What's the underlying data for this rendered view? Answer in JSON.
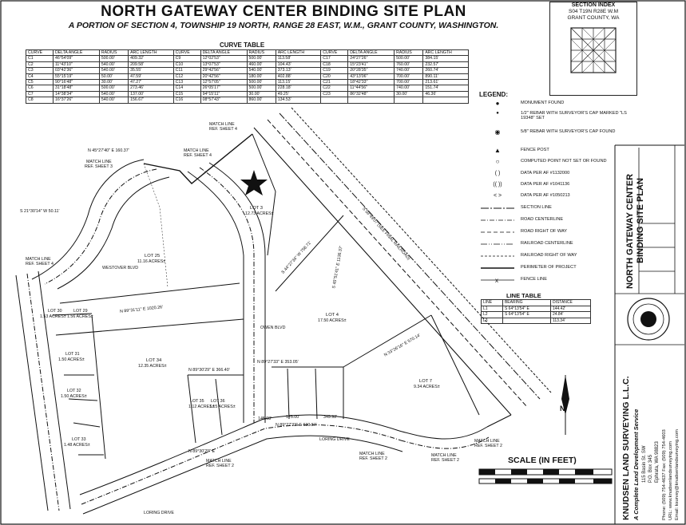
{
  "title": "NORTH GATEWAY CENTER BINDING SITE PLAN",
  "subtitle": "A PORTION OF SECTION 4, TOWNSHIP 19 NORTH, RANGE 28 EAST, W.M., GRANT COUNTY, WASHINGTON.",
  "section_index": {
    "heading": "SECTION INDEX",
    "line1": "S04  T19N  R28E  W.M",
    "line2": "GRANT COUNTY, WA"
  },
  "curve_table": {
    "title": "CURVE TABLE",
    "headers": [
      "CURVE",
      "DELTA ANGLE",
      "RADIUS",
      "ARC LENGTH",
      "CURVE",
      "DELTA ANGLE",
      "RADIUS",
      "ARC LENGTH",
      "CURVE",
      "DELTA ANGLE",
      "RADIUS",
      "ARC LENGTH"
    ],
    "rows": [
      [
        "C1",
        "46°54'09\"",
        "500.00'",
        "409.32'",
        "C9",
        "12°02'53\"",
        "500.00'",
        "113.58'",
        "C17",
        "24°27'26\"",
        "500.00'",
        "384.15'"
      ],
      [
        "C2",
        "11°43'10\"",
        "540.00'",
        "209.58'",
        "C10",
        "13°07'53\"",
        "460.00'",
        "104.43'",
        "C18",
        "15°23'41\"",
        "760.00'",
        "232.57'"
      ],
      [
        "C3",
        "03°42'36\"",
        "540.00'",
        "35.55'",
        "C11",
        "29°42'56\"",
        "540.00'",
        "373.13'",
        "C19",
        "20°28'35\"",
        "740.00'",
        "260.74'"
      ],
      [
        "C4",
        "55°15'19\"",
        "50.00'",
        "47.59'",
        "C12",
        "20°42'56\"",
        "180.00'",
        "402.88'",
        "C20",
        "43°13'06\"",
        "700.00'",
        "890.11'"
      ],
      [
        "C5",
        "90°16'48\"",
        "30.00'",
        "47.27'",
        "C13",
        "12°57'05\"",
        "500.00'",
        "113.15'",
        "C21",
        "18°42'33\"",
        "700.00'",
        "213.61'"
      ],
      [
        "C6",
        "31°18'48\"",
        "500.00'",
        "273.46'",
        "C14",
        "26°05'17\"",
        "500.00'",
        "228.18'",
        "C22",
        "11°44'56\"",
        "740.00'",
        "151.74'"
      ],
      [
        "C7",
        "14°38'34\"",
        "540.00'",
        "137.00'",
        "C15",
        "94°15'11\"",
        "30.00'",
        "49.25'",
        "C23",
        "86°32'48\"",
        "30.00'",
        "46.36'"
      ],
      [
        "C8",
        "16°37'26\"",
        "540.00'",
        "156.67'",
        "C16",
        "08°57'43\"",
        "860.00'",
        "134.53'",
        "",
        "",
        "",
        ""
      ]
    ]
  },
  "legend": {
    "title": "LEGEND:",
    "items": [
      "MONUMENT FOUND",
      "1/2\" REBAR WITH SURVEYOR'S CAP MARKED \"LS 19348\" SET",
      "5/8\" REBAR WITH SURVEYOR'S CAP FOUND",
      "FENCE POST",
      "COMPUTED POINT NOT SET OR FOUND",
      "DATA PER AF #1132000",
      "DATA PER AF #1041136",
      "DATA PER AF #1050213",
      "SECTION LINE",
      "ROAD CENTERLINE",
      "ROAD RIGHT OF WAY",
      "RAILROAD CENTERLINE",
      "RAILROAD RIGHT OF WAY",
      "PERIMETER OF PROJECT",
      "FENCE LINE"
    ]
  },
  "line_table": {
    "title": "LINE TABLE",
    "headers": [
      "LINE",
      "BEARING",
      "DISTANCE"
    ],
    "rows": [
      [
        "L1",
        "S 64°13'54\" E",
        "144.42'"
      ],
      [
        "L2",
        "S 64°13'54\" E",
        "24.84'"
      ],
      [
        "L3",
        "",
        "113.34'"
      ]
    ]
  },
  "plan_labels": {
    "lot3": "LOT 3",
    "lot3_area": "12.73 ACRES±",
    "lot4": "LOT 4",
    "lot4_area": "17.50 ACRES±",
    "lot7": "LOT 7",
    "lot7_area": "9.34 ACRES±",
    "lot25": "LOT 25",
    "lot25_area": "11.16 ACRES±",
    "lot34": "LOT 34",
    "lot34_area": "12.35 ACRES±",
    "lot30": "LOT 30",
    "lot30_area": "1.53 ACRES±",
    "lot29": "LOT 29",
    "lot29_area": "1.56 ACRES±",
    "lot31": "LOT 31",
    "lot31_area": "1.50 ACRES±",
    "lot32": "LOT 32",
    "lot32_area": "1.50 ACRES±",
    "lot33": "LOT 33",
    "lot33_area": "1.48 ACRES±",
    "lot35": "LOT 35",
    "lot35_area": "1.12 ACRES±",
    "lot36": "LOT 36",
    "lot36_area": "1.15 ACRES±",
    "westover": "WESTOVER BLVD",
    "owen": "OWEN BLVD",
    "loring1": "LORING DRIVE",
    "loring2": "LORING DRIVE",
    "matchline_sheet4_a": "MATCH LINE",
    "matchline_sheet4_a2": "REF. SHEET 4",
    "matchline_sheet4_b": "MATCH LINE",
    "matchline_sheet4_b2": "REF. SHEET 4",
    "matchline_sheet3": "MATCH LINE",
    "matchline_sheet3_2": "REF. SHEET 3",
    "matchline_sheet4_c": "MATCH LINE",
    "matchline_sheet4_c2": "REF. SHEET 4",
    "matchline_sheet2_a": "MATCH LINE",
    "matchline_sheet2_a2": "REF. SHEET 2",
    "matchline_sheet2_b": "MATCH LINE",
    "matchline_sheet2_b2": "REF. SHEET 2",
    "matchline_sheet2_c": "MATCH LINE",
    "matchline_sheet2_c2": "REF. SHEET 2",
    "matchline_sheet2_d": "MATCH LINE",
    "matchline_sheet2_d2": "REF. SHEET 2",
    "brg_top": "N 45°27'40\" E 160.37'",
    "brg_west": "S 21°30'14\" W 50.11'",
    "brg_lot25": "N 89°31'11\" E 1020.26'",
    "brg_lot34a": "N 89°30'29\" E 366.40'",
    "brg_lot34b": "N 89°30'29\" E",
    "brg_owen": "N 89°27'33\" E 353.05'",
    "brg_south": "N 89°27'33\" E 630.87'",
    "brg_rr": "S 59°49'07\"(SEE FINAL RAILROAD)",
    "brg_lot4": "S 44°27'34\" W 758.71'",
    "brg_lot4b": "S 45°51'41\" E 1136.37'",
    "brg_lot7": "N 33°26'16\" E 570.14'",
    "dist_lot35": "145.08'",
    "dist_175": "175.00'",
    "dist_349": "349.92'"
  },
  "scale": {
    "label": "SCALE (IN FEET)"
  },
  "title_block": {
    "project": "NORTH GATEWAY CENTER",
    "project2": "BINDING SITE PLAN",
    "company": "KNUDSEN LAND SURVEYING L.L.C.",
    "tagline": "A Complete Land Development Service",
    "address1": "115 Basin St. SW",
    "address2": "P.O. Box 345",
    "address3": "Ephrata, WA 98823",
    "phone": "Phone: (509) 754-4637   Fax: (509) 754-4603",
    "url": "URL: www.knudsenlandsurveying.com",
    "email": "Email: ksurvey@knudsenlandsurveying.com"
  },
  "colors": {
    "ink": "#111111",
    "paper": "#ffffff"
  }
}
